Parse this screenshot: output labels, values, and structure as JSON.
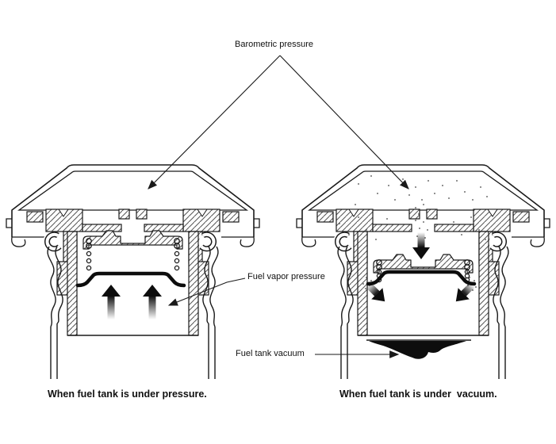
{
  "labels": {
    "barometric_pressure": "Barometric pressure",
    "fuel_vapor_pressure": "Fuel vapor pressure",
    "fuel_tank_vacuum": "Fuel tank vacuum"
  },
  "captions": {
    "left_caption": "When fuel tank is under pressure.",
    "right_caption": "When fuel tank is under  vacuum."
  },
  "colors": {
    "background": "#ffffff",
    "line": "#1a1a1a",
    "solid_black": "#0d0d0d"
  }
}
